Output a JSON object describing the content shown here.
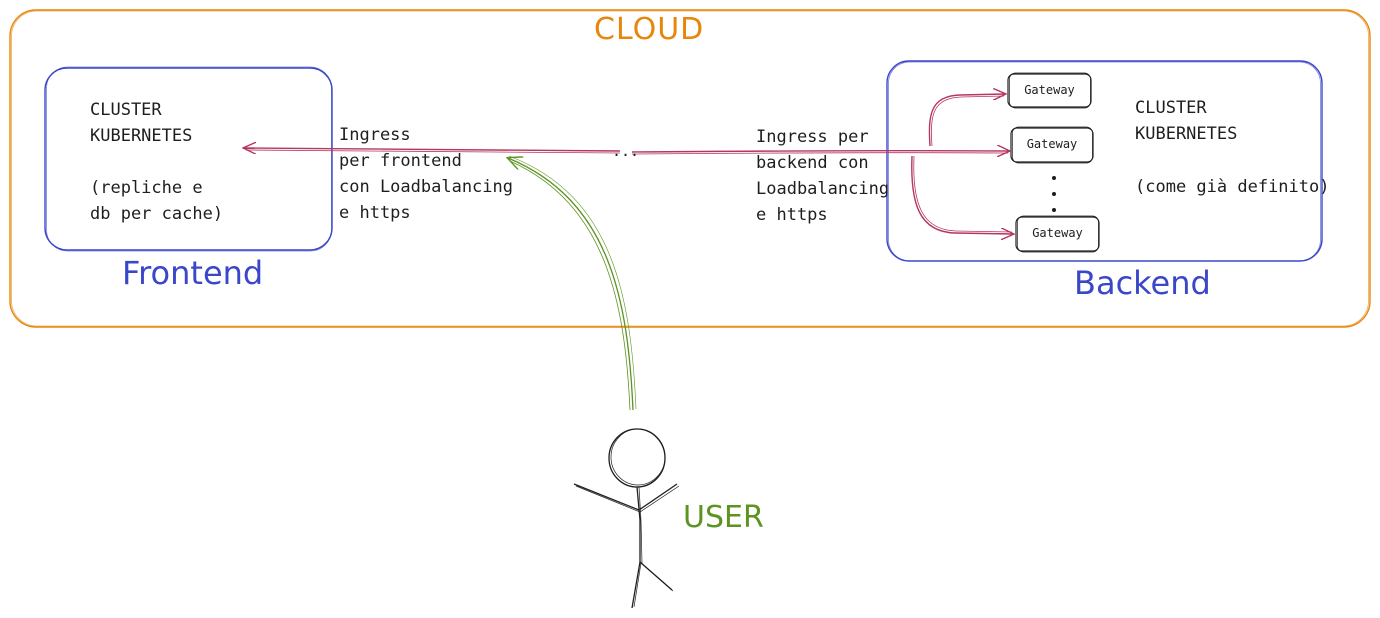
{
  "cloud": {
    "label": "CLOUD",
    "color": "#e8860c"
  },
  "frontend": {
    "label": "Frontend",
    "cluster_line1": "CLUSTER",
    "cluster_line2": "KUBERNETES",
    "note_line1": "(repliche e",
    "note_line2": "db per cache)",
    "color": "#3b47c9"
  },
  "backend": {
    "label": "Backend",
    "cluster_line1": "CLUSTER",
    "cluster_line2": "KUBERNETES",
    "note": "(come già definito)",
    "gateways": [
      "Gateway",
      "Gateway",
      "Gateway"
    ],
    "color": "#3b47c9"
  },
  "ingress_frontend": {
    "line1": "Ingress",
    "line2": "per frontend",
    "line3": "con Loadbalancing",
    "line4": "e https"
  },
  "ingress_backend": {
    "line1": "Ingress per",
    "line2": "backend con",
    "line3": "Loadbalancing",
    "line4": "e https"
  },
  "connector": {
    "ellipsis": "...",
    "color": "#b5365e"
  },
  "user": {
    "label": "USER",
    "color": "#5d9322"
  }
}
